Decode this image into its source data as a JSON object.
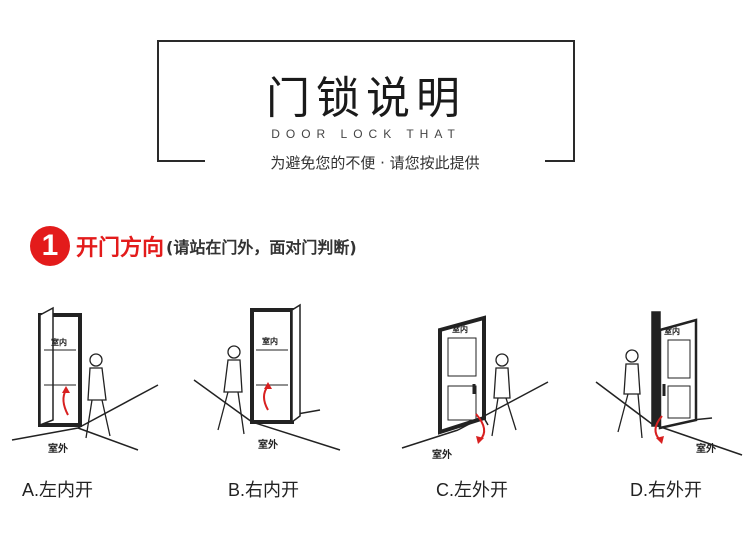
{
  "header": {
    "title": "门锁说明",
    "subtitle": "DOOR LOCK THAT",
    "caption": "为避免您的不便 · 请您按此提供"
  },
  "section": {
    "number": "1",
    "title": "开门方向",
    "note": "(请站在门外，面对门判断)"
  },
  "panels": [
    {
      "indoor_label": "室内",
      "outdoor_label": "室外",
      "option_label": "A.左内开"
    },
    {
      "indoor_label": "室内",
      "outdoor_label": "室外",
      "option_label": "B.右内开"
    },
    {
      "indoor_label": "室内",
      "outdoor_label": "室外",
      "option_label": "C.左外开"
    },
    {
      "indoor_label": "室内",
      "outdoor_label": "室外",
      "option_label": "D.右外开"
    }
  ],
  "colors": {
    "accent": "#e31b1b",
    "arrow": "#d82020",
    "line": "#222222"
  }
}
